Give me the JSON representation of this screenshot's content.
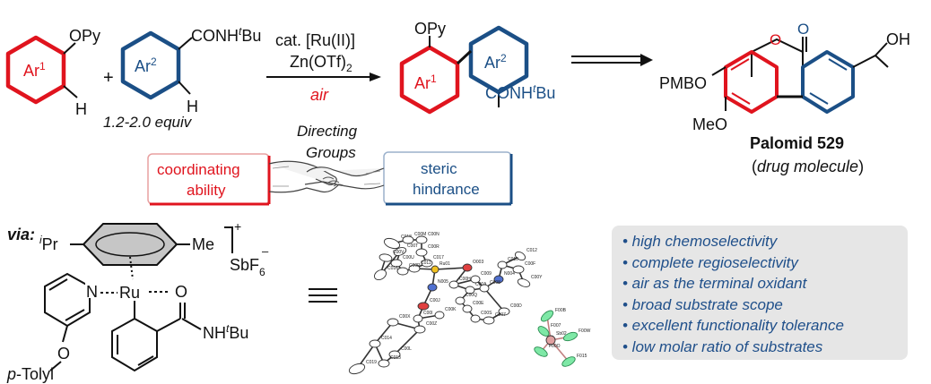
{
  "colors": {
    "red": "#e0141e",
    "blue": "#1b4f86",
    "black": "#111111",
    "box_bg": "#e6e6e6",
    "ortep_green": "#7ee8a6"
  },
  "scheme": {
    "reactant1": {
      "substituent": "OPy",
      "ring_label": "Ar",
      "ring_sup": "1",
      "h": "H"
    },
    "plus": "+",
    "reactant2": {
      "substituent_main": "CONH",
      "substituent_sup": "t",
      "substituent_end": "Bu",
      "ring_label": "Ar",
      "ring_sup": "2",
      "h": "H",
      "equiv": "1.2-2.0 equiv"
    },
    "conditions": {
      "catalyst": "cat. [Ru(II)]",
      "additive_main": "Zn(OTf)",
      "additive_sub": "2",
      "atmosphere": "air"
    },
    "product": {
      "substituent": "OPy",
      "ring1_label": "Ar",
      "ring1_sup": "1",
      "ring2_label": "Ar",
      "ring2_sup": "2",
      "amide_main": "CONH",
      "amide_sup": "t",
      "amide_end": "Bu"
    },
    "target": {
      "oxo": "O",
      "ring_o": "O",
      "oh": "OH",
      "pmbo": "PMBO",
      "meo": "MeO",
      "name": "Palomid 529",
      "note_open": "(",
      "note_text": "drug molecule",
      "note_close": ")"
    }
  },
  "directing_groups": {
    "title_line1": "Directing",
    "title_line2": "Groups",
    "left_box": {
      "line1": "coordinating",
      "line2": "ability"
    },
    "right_box": {
      "line1": "steric",
      "line2": "hindrance"
    }
  },
  "intermediate": {
    "via": "via:",
    "ipr_sup": "i",
    "ipr": "Pr",
    "me": "Me",
    "charge": "+",
    "counterion_main": "SbF",
    "counterion_sub": "6",
    "counterion_sup": "–",
    "n": "N",
    "ru": "Ru",
    "o": "O",
    "amide_main": "NH",
    "amide_sup": "t",
    "amide_end": "Bu",
    "ptolyl_pre": "p",
    "ptolyl_rest": "-Tolyl",
    "ptolyl_o": "O"
  },
  "xray": {
    "atom_labels": [
      "C018",
      "C00M",
      "C00N",
      "C00T",
      "C00R",
      "C00V",
      "C00U",
      "C017",
      "C011",
      "C00P",
      "Ru01",
      "O003",
      "C00H",
      "C012",
      "C016",
      "C010",
      "C00F",
      "C00Y",
      "N004",
      "N005",
      "C00A",
      "C008",
      "C009",
      "C00Q",
      "C00E",
      "C00D",
      "C00J",
      "C00S",
      "C007",
      "C00X",
      "C00I",
      "C00K",
      "C00Z",
      "C014",
      "C00L",
      "C019",
      "C013",
      "F00B",
      "F007",
      "Sb02",
      "F00W",
      "F00O",
      "F015"
    ]
  },
  "summary": {
    "points": [
      "• high chemoselectivity",
      "• complete regioselectivity",
      "• air as the terminal oxidant",
      "• broad substrate scope",
      "• excellent functionality tolerance",
      "• low molar ratio of substrates"
    ]
  }
}
